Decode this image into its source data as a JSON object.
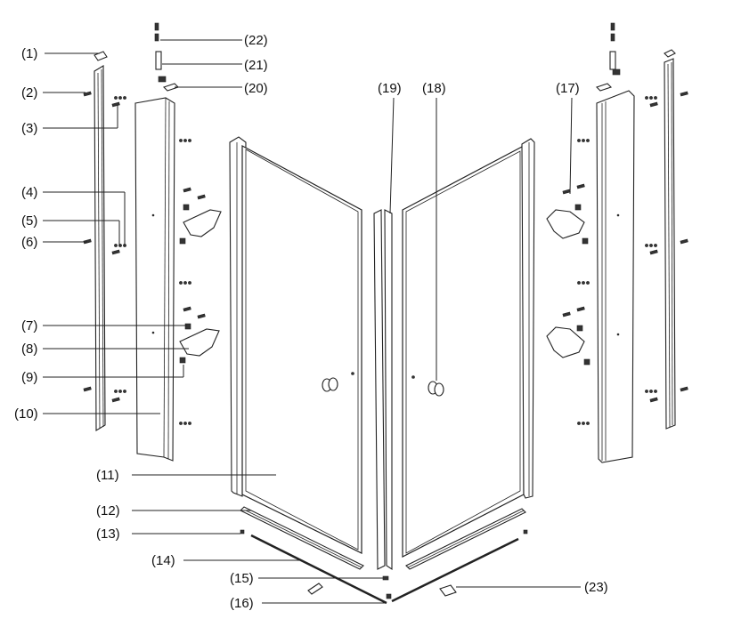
{
  "labels": {
    "l1": "(1)",
    "l2": "(2)",
    "l3": "(3)",
    "l4": "(4)",
    "l5": "(5)",
    "l6": "(6)",
    "l7": "(7)",
    "l8": "(8)",
    "l9": "(9)",
    "l10": "(10)",
    "l11": "(11)",
    "l12": "(12)",
    "l13": "(13)",
    "l14": "(14)",
    "l15": "(15)",
    "l16": "(16)",
    "l17": "(17)",
    "l18": "(18)",
    "l19": "(19)",
    "l20": "(20)",
    "l21": "(21)",
    "l22": "(22)",
    "l23": "(23)"
  }
}
